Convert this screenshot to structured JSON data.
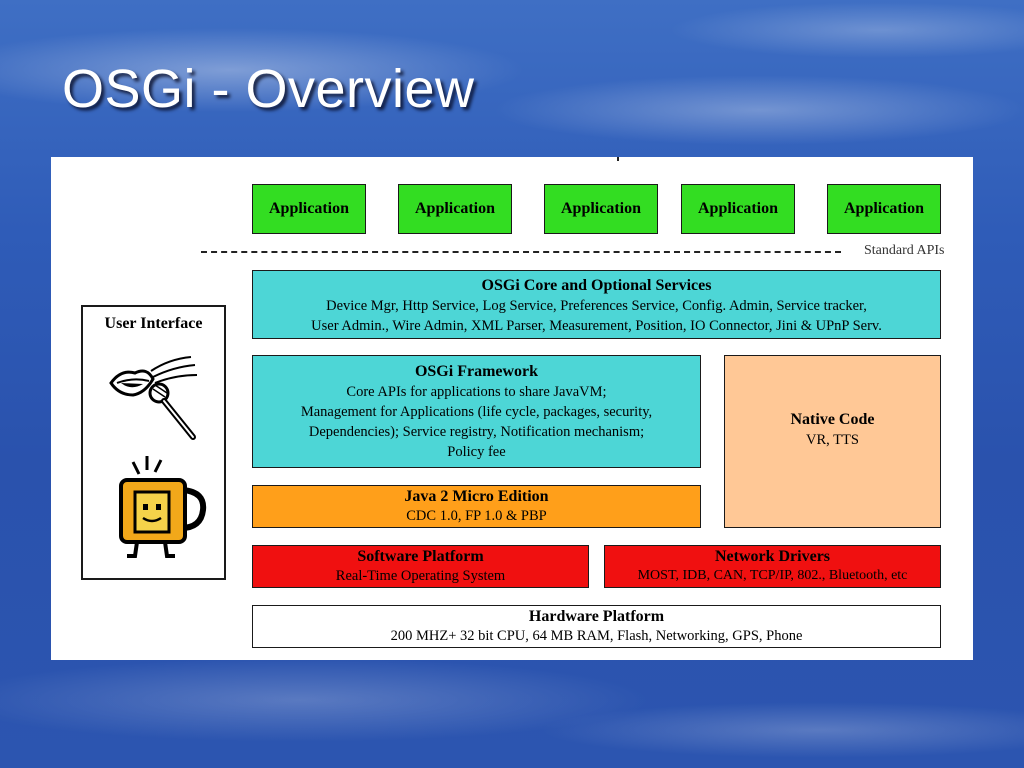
{
  "slide": {
    "title": "OSGi - Overview"
  },
  "diagram": {
    "applications": [
      "Application",
      "Application",
      "Application",
      "Application",
      "Application"
    ],
    "standard_apis": "Standard APIs",
    "user_interface": {
      "label": "User Interface",
      "icons": [
        "microphone-speaker-icon",
        "smiling-mug-icon"
      ]
    },
    "core_services": {
      "title": "OSGi Core and Optional Services",
      "line1": "Device Mgr, Http Service, Log Service, Preferences Service, Config. Admin, Service tracker,",
      "line2": "User Admin., Wire Admin, XML Parser, Measurement, Position, IO Connector, Jini & UPnP Serv."
    },
    "framework": {
      "title": "OSGi Framework",
      "line1": "Core APIs for applications to share JavaVM;",
      "line2": "Management for Applications (life cycle, packages, security,",
      "line3": "Dependencies); Service registry, Notification mechanism;",
      "line4": "Policy fee"
    },
    "native_code": {
      "title": "Native Code",
      "subtitle": "VR, TTS"
    },
    "java_me": {
      "title": "Java 2 Micro Edition",
      "subtitle": "CDC 1.0, FP 1.0 & PBP"
    },
    "software_platform": {
      "title": "Software Platform",
      "subtitle": "Real-Time Operating System"
    },
    "network_drivers": {
      "title": "Network Drivers",
      "subtitle": "MOST, IDB, CAN, TCP/IP, 802., Bluetooth, etc"
    },
    "hardware_platform": {
      "title": "Hardware Platform",
      "subtitle": "200 MHZ+ 32 bit CPU, 64 MB RAM, Flash, Networking, GPS, Phone"
    },
    "colors": {
      "application": "#33dd22",
      "osgi": "#4dd6d6",
      "native": "#ffc896",
      "java": "#ff9f1a",
      "platform": "#f01010",
      "hardware": "#ffffff"
    }
  }
}
